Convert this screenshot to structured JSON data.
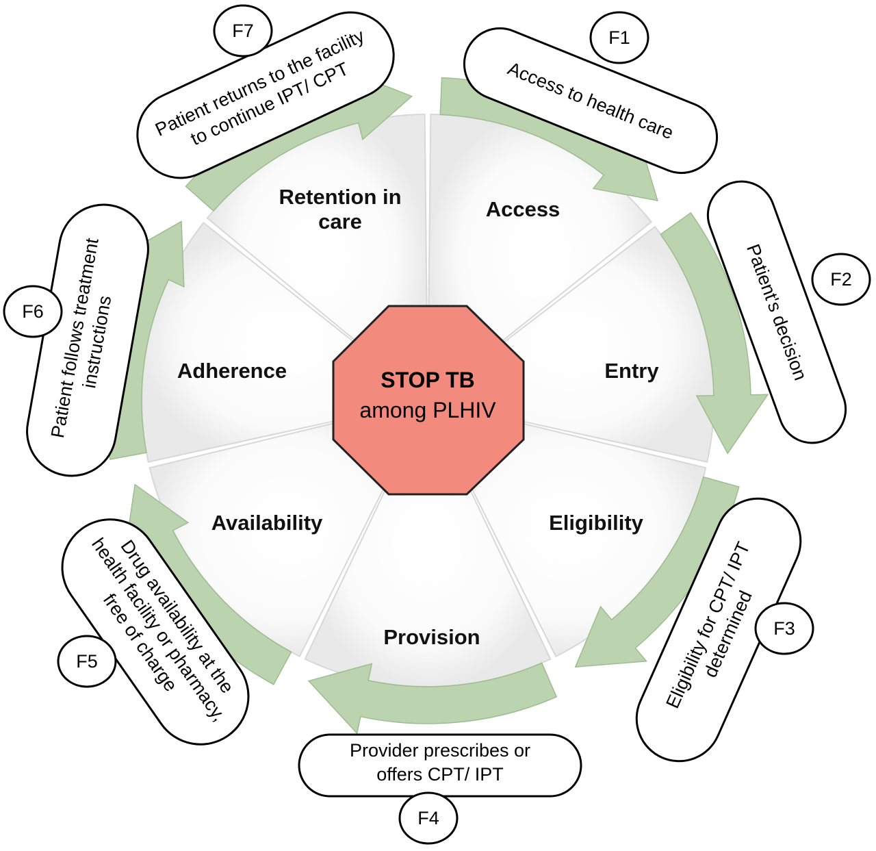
{
  "center": {
    "title": "STOP TB",
    "subtitle": "among PLHIV",
    "color": "#f28b7e"
  },
  "segments": [
    {
      "label": "Access"
    },
    {
      "label": "Entry"
    },
    {
      "label": "Eligibility"
    },
    {
      "label": "Provision"
    },
    {
      "label": "Availability"
    },
    {
      "label": "Adherence"
    },
    {
      "label_line1": "Retention in",
      "label_line2": "care"
    }
  ],
  "factors": [
    {
      "tag": "F1",
      "line1": "Access to health care"
    },
    {
      "tag": "F2",
      "line1": "Patient's decision"
    },
    {
      "tag": "F3",
      "line1": "Eligibility for CPT/ IPT",
      "line2": "determined"
    },
    {
      "tag": "F4",
      "line1": "Provider prescribes or",
      "line2": "offers CPT/ IPT"
    },
    {
      "tag": "F5",
      "line1": "Drug availability at the",
      "line2": "health facility or pharmacy,",
      "line3": "free of charge"
    },
    {
      "tag": "F6",
      "line1": "Patient follows treatment",
      "line2": "instructions"
    },
    {
      "tag": "F7",
      "line1": "Patient returns to the facility",
      "line2": "to continue IPT/ CPT"
    }
  ],
  "colors": {
    "arrow": "#bcd3b0",
    "arrow_dark": "#9dbd8f",
    "octagon": "#f28b7e"
  }
}
